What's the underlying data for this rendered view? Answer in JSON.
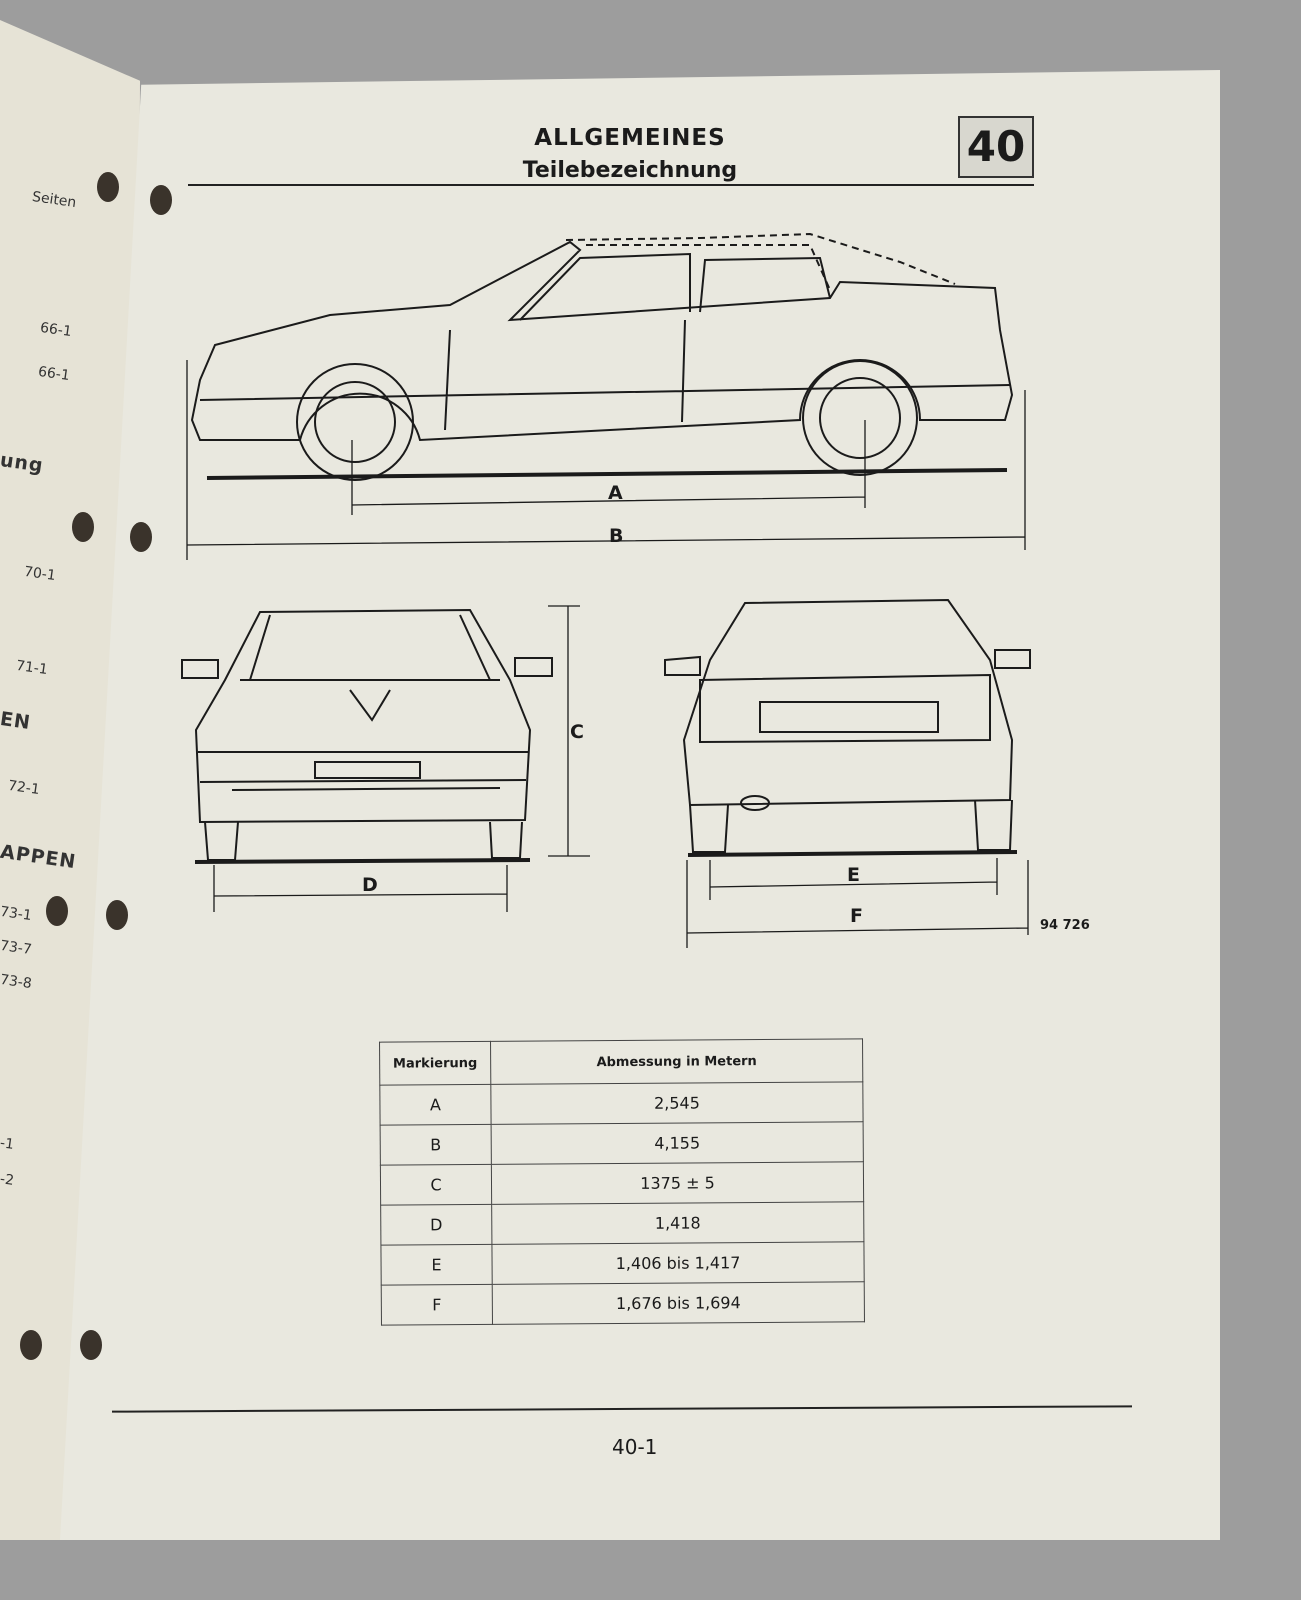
{
  "left_page": {
    "header": "Seiten",
    "entries": [
      "66-1",
      "66-1",
      "ung",
      "70-1",
      "71-1",
      "EN",
      "72-1",
      "APPEN",
      "73-1",
      "73-7",
      "73-8",
      "-1",
      "-2"
    ]
  },
  "header": {
    "title": "ALLGEMEINES",
    "subtitle": "Teilebezeichnung",
    "chapter": "40"
  },
  "diagram": {
    "labels": {
      "a": "A",
      "b": "B",
      "c": "C",
      "d": "D",
      "e": "E",
      "f": "F"
    },
    "reference": "94 726"
  },
  "table": {
    "headers": [
      "Markierung",
      "Abmessung in Metern"
    ],
    "rows": [
      {
        "mark": "A",
        "value": "2,545"
      },
      {
        "mark": "B",
        "value": "4,155"
      },
      {
        "mark": "C",
        "value": "1375 ± 5"
      },
      {
        "mark": "D",
        "value": "1,418"
      },
      {
        "mark": "E",
        "value": "1,406 bis 1,417"
      },
      {
        "mark": "F",
        "value": "1,676 bis 1,694"
      }
    ]
  },
  "footer": {
    "page_number": "40-1"
  }
}
